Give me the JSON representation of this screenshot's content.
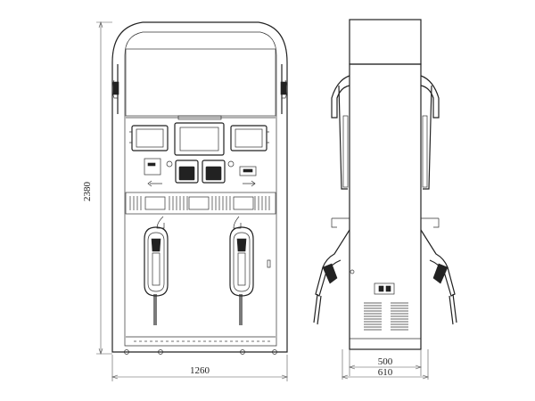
{
  "dimensions": {
    "height": "2380",
    "front_width": "1260",
    "side_inner": "500",
    "side_outer": "610"
  }
}
